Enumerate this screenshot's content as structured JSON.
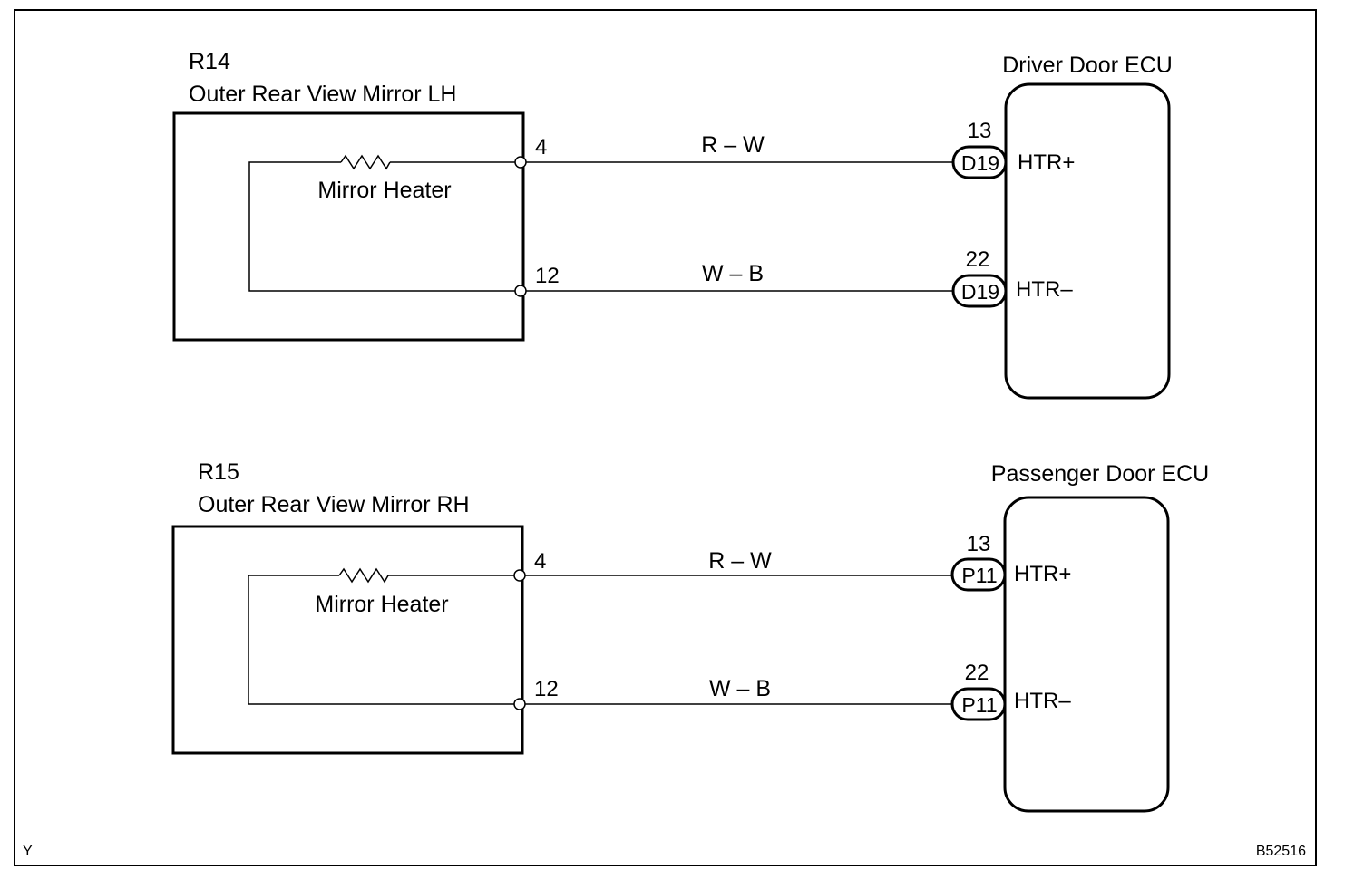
{
  "corner_mark": "Y",
  "figure_id": "B52516",
  "upper": {
    "component_code": "R14",
    "component_name": "Outer Rear View Mirror LH",
    "heater_label": "Mirror Heater",
    "pin_top": "4",
    "pin_bottom": "12",
    "wire_top": "R – W",
    "wire_bottom": "W – B",
    "ecu_name": "Driver Door ECU",
    "ecu_pin_top": "13",
    "ecu_pin_bottom": "22",
    "connector_top": "D19",
    "connector_bottom": "D19",
    "signal_top": "HTR+",
    "signal_bottom": "HTR–"
  },
  "lower": {
    "component_code": "R15",
    "component_name": "Outer Rear View Mirror RH",
    "heater_label": "Mirror Heater",
    "pin_top": "4",
    "pin_bottom": "12",
    "wire_top": "R – W",
    "wire_bottom": "W – B",
    "ecu_name": "Passenger Door ECU",
    "ecu_pin_top": "13",
    "ecu_pin_bottom": "22",
    "connector_top": "P11",
    "connector_bottom": "P11",
    "signal_top": "HTR+",
    "signal_bottom": "HTR–"
  }
}
